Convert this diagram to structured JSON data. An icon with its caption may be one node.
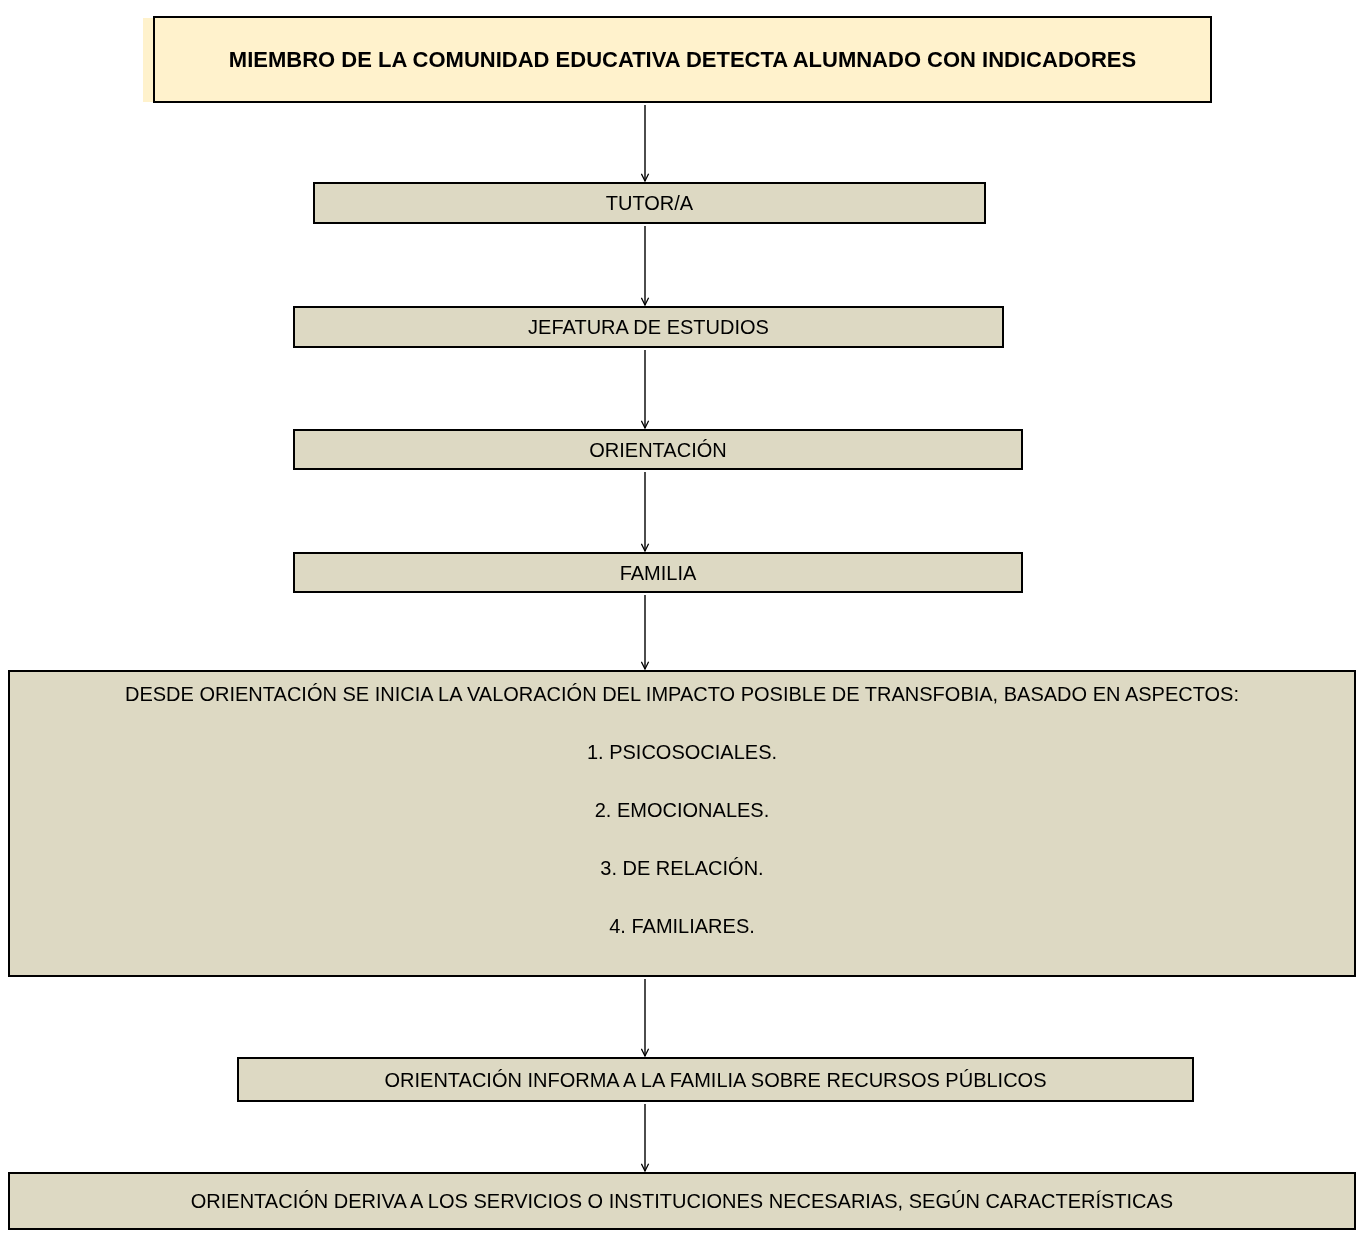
{
  "diagram": {
    "nodes": [
      {
        "text": [
          "MIEMBRO DE LA COMUNIDAD EDUCATIVA DETECTA ALUMNADO CON INDICADORES"
        ]
      },
      {
        "text": [
          "TUTOR/A"
        ]
      },
      {
        "text": [
          "JEFATURA DE ESTUDIOS"
        ]
      },
      {
        "text": [
          "ORIENTACIÓN"
        ]
      },
      {
        "text": [
          "FAMILIA"
        ]
      },
      {
        "text": [
          "DESDE ORIENTACIÓN SE INICIA LA VALORACIÓN DEL IMPACTO POSIBLE DE TRANSFOBIA, BASADO EN ASPECTOS:",
          "1. PSICOSOCIALES.",
          "2. EMOCIONALES.",
          "3. DE RELACIÓN.",
          "4. FAMILIARES."
        ]
      },
      {
        "text": [
          "ORIENTACIÓN INFORMA A LA FAMILIA SOBRE RECURSOS PÚBLICOS"
        ]
      },
      {
        "text": [
          "ORIENTACIÓN DERIVA A LOS SERVICIOS O INSTITUCIONES NECESARIAS, SEGÚN CARACTERÍSTICAS"
        ]
      }
    ],
    "edges": [
      {
        "from": 0,
        "to": 1,
        "arrow": "to"
      },
      {
        "from": 1,
        "to": 2,
        "arrow": "to"
      },
      {
        "from": 2,
        "to": 3,
        "arrow": "to"
      },
      {
        "from": 3,
        "to": 4,
        "arrow": "to"
      },
      {
        "from": 4,
        "to": 5,
        "arrow": "to"
      },
      {
        "from": 5,
        "to": 6,
        "arrow": "to"
      },
      {
        "from": 6,
        "to": 7,
        "arrow": "to"
      }
    ]
  }
}
